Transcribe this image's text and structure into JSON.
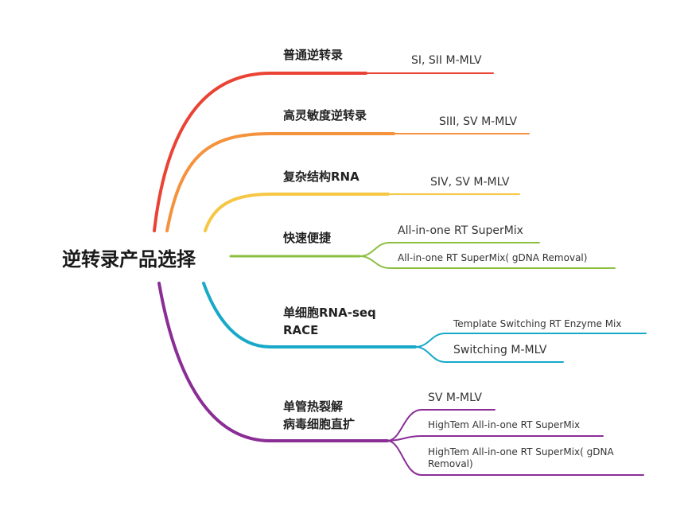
{
  "root": {
    "label": "逆转录产品选择"
  },
  "colors": {
    "c1": "#ea4335",
    "c2": "#f5923e",
    "c3": "#f6c744",
    "c4": "#8cbf3f",
    "c5": "#18a9c9",
    "c6": "#8a2e96"
  },
  "branches": [
    {
      "label": "普通逆转录",
      "color": "#ea4335",
      "leaves": [
        {
          "label": "SI, SII M-MLV"
        }
      ]
    },
    {
      "label": "高灵敏度逆转录",
      "color": "#f5923e",
      "leaves": [
        {
          "label": "SIII, SV M-MLV"
        }
      ]
    },
    {
      "label": "复杂结构RNA",
      "color": "#f6c744",
      "leaves": [
        {
          "label": "SIV, SV M-MLV"
        }
      ]
    },
    {
      "label": "快速便捷",
      "color": "#8cbf3f",
      "leaves": [
        {
          "label": "All-in-one RT SuperMix"
        },
        {
          "label": "All-in-one RT SuperMix( gDNA Removal)"
        }
      ]
    },
    {
      "label": "单细胞RNA-seq\nRACE",
      "color": "#18a9c9",
      "leaves": [
        {
          "label": "Template Switching RT Enzyme Mix"
        },
        {
          "label": "Switching M-MLV"
        }
      ]
    },
    {
      "label": "单管热裂解\n病毒细胞直扩",
      "color": "#8a2e96",
      "leaves": [
        {
          "label": "SV M-MLV"
        },
        {
          "label": "HighTem All-in-one RT SuperMix"
        },
        {
          "label": "HighTem All-in-one RT SuperMix( gDNA\nRemoval)"
        }
      ]
    }
  ]
}
